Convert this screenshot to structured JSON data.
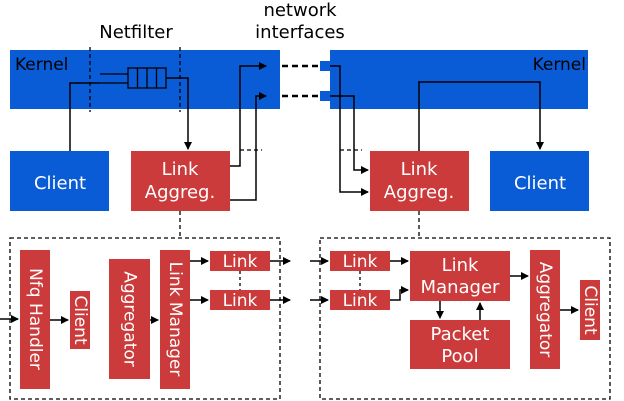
{
  "labels": {
    "netfilter": "Netfilter",
    "network_line1": "network",
    "network_line2": "interfaces",
    "kernel_left": "Kernel",
    "kernel_right": "Kernel"
  },
  "left": {
    "client": "Client",
    "link_aggreg_line1": "Link",
    "link_aggreg_line2": "Aggreg.",
    "nfq_handler": "Nfq Handler",
    "client_small": "Client",
    "aggregator": "Aggregator",
    "link_manager": "Link Manager",
    "link_1": "Link",
    "link_2": "Link"
  },
  "right": {
    "client": "Client",
    "link_aggreg_line1": "Link",
    "link_aggreg_line2": "Aggreg.",
    "link_1": "Link",
    "link_2": "Link",
    "link_manager_line1": "Link",
    "link_manager_line2": "Manager",
    "packet_pool_line1": "Packet",
    "packet_pool_line2": "Pool",
    "aggregator": "Aggregator",
    "client_small": "Client"
  },
  "colors": {
    "kernel_blue": "#0a5bd6",
    "box_red": "#cc3b3b",
    "line": "#000000"
  }
}
